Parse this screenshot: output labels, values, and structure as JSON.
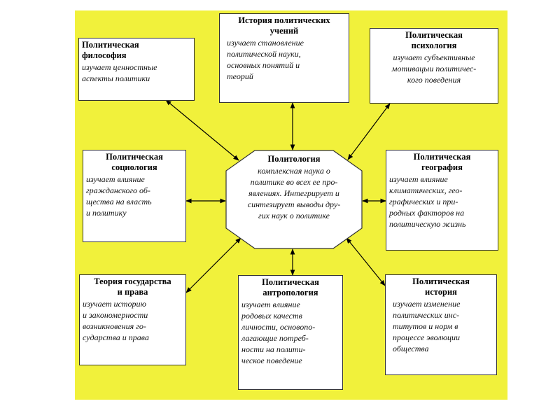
{
  "center": {
    "title": "Политология",
    "desc": "комплексная наука о\nполитике во всех ее про-\nявлениях. Интегрирует и\nсинтезирует выводы дру-\nгих наук о политике"
  },
  "boxes": {
    "philosophy": {
      "title": "Политическая\nфилософия",
      "desc": "изучает ценностные\nаспекты политики"
    },
    "history_teachings": {
      "title": "История политических\nучений",
      "desc": "изучает становление\nполитической науки,\nосновных понятий и\nтеорий"
    },
    "psychology": {
      "title": "Политическая\nпсихология",
      "desc": "изучает субъективные\nмотивацыи политичес-\nкого поведения"
    },
    "sociology": {
      "title": "Политическая\nсоциология",
      "desc": "изучает влияние\nгражданского об-\nщества на власть\nи политику"
    },
    "geography": {
      "title": "Политическая\nгеография",
      "desc": "изучает влияние\nклиматических, гео-\nграфических и при-\nродных факторов на\nполитическую жизнь"
    },
    "state_law": {
      "title": "Теория государства\nи права",
      "desc": "изучает историю\nи закономерности\nвозникновения го-\nсударства и права"
    },
    "anthropology": {
      "title": "Политическая\nантропология",
      "desc": "изучает влияние\nродовых качеств\nличности, основопо-\nлагающие потреб-\nности на полити-\nческое поведение"
    },
    "history": {
      "title": "Политическая\nистория",
      "desc": "изучает изменение\nполитических инс-\nтитутов и норм в\nпроцессе эволюции\nобщества"
    }
  }
}
